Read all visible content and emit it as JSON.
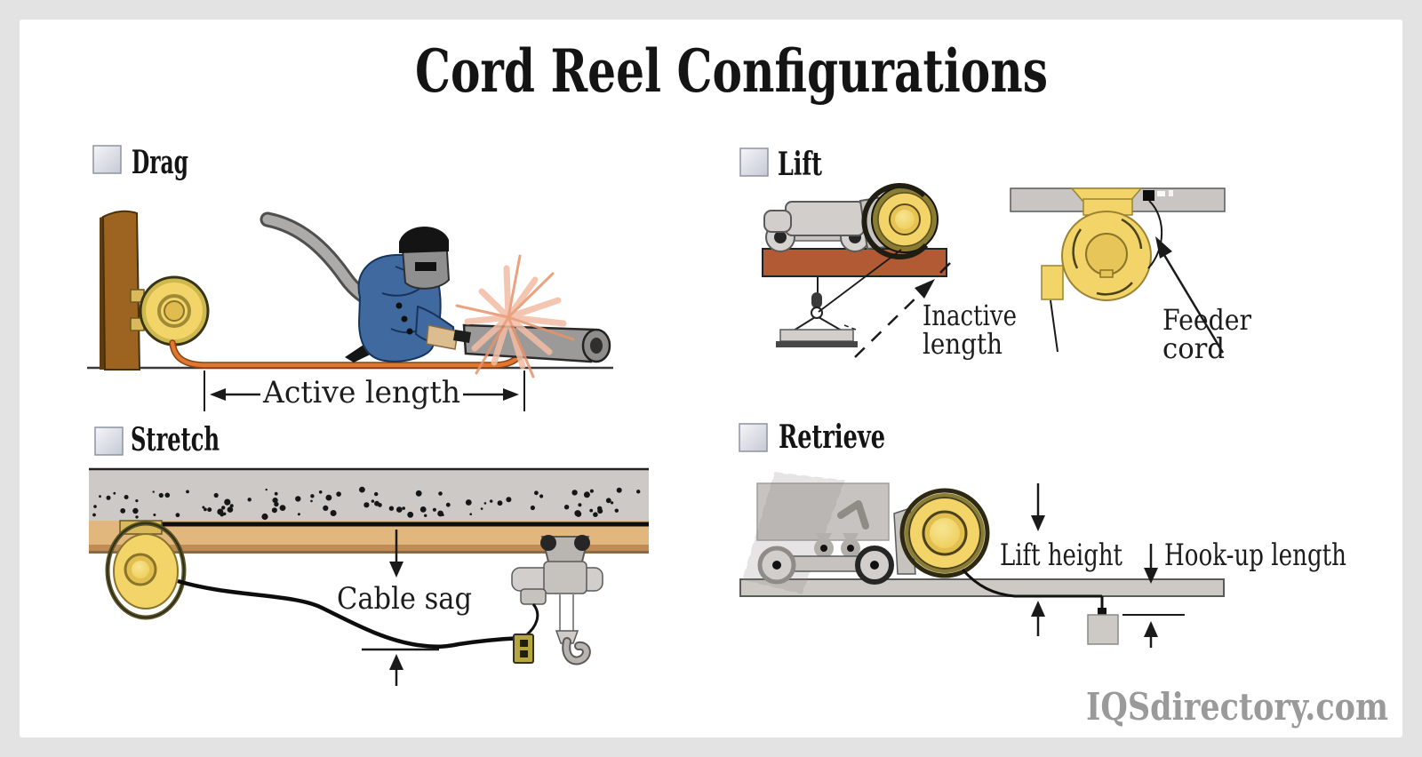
{
  "page": {
    "title": "Cord Reel Configurations",
    "watermark": "IQSdirectory.com"
  },
  "sections": {
    "drag": {
      "label": "Drag"
    },
    "lift": {
      "label": "Lift"
    },
    "stretch": {
      "label": "Stretch"
    },
    "retrieve": {
      "label": "Retrieve"
    }
  },
  "annotations": {
    "active_length": "Active length",
    "inactive_line1": "Inactive",
    "inactive_line2": "length",
    "feeder_line1": "Feeder",
    "feeder_line2": "cord",
    "cable_sag": "Cable sag",
    "lift_height": "Lift height",
    "hook_up_length": "Hook-up length"
  },
  "colors": {
    "reel_yellow": "#F2D469",
    "cord_orange": "#E0762F",
    "wood_brown": "#9C6420",
    "beam_sienna": "#B15A33",
    "concrete_gray": "#CCC9C6",
    "watermark_gray": "#9A9A9A"
  }
}
